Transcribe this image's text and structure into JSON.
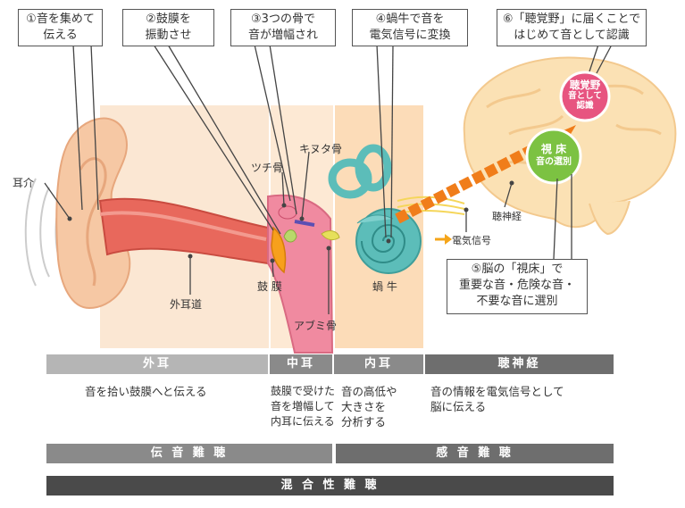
{
  "callouts": {
    "c1": [
      "①音を集めて",
      "伝える"
    ],
    "c2": [
      "②鼓膜を",
      "振動させ"
    ],
    "c3": [
      "③3つの骨で",
      "音が増幅され"
    ],
    "c4": [
      "④蝸牛で音を",
      "電気信号に変換"
    ],
    "c6": [
      "⑥「聴覚野」に届くことで",
      "はじめて音として認識"
    ],
    "c5": [
      "⑤脳の「視床」で",
      "重要な音・危険な音・",
      "不要な音に選別"
    ]
  },
  "labels": {
    "ear_pinna": "耳介",
    "malleus": "ツチ骨",
    "incus": "キヌタ骨",
    "ear_canal": "外耳道",
    "eardrum": "鼓 膜",
    "stapes": "アブミ骨",
    "cochlea": "蝸 牛",
    "auditory_nerve": "聴神経",
    "signal_legend": "電気信号",
    "cortex_bubble": [
      "聴覚野",
      "音として",
      "認識"
    ],
    "thalamus_bubble": [
      "視 床",
      "音の選別"
    ]
  },
  "sections": [
    {
      "title": "外耳",
      "desc": [
        "音を拾い鼓膜へと伝える"
      ]
    },
    {
      "title": "中耳",
      "desc": [
        "鼓膜で受けた",
        "音を増幅して",
        "内耳に伝える"
      ]
    },
    {
      "title": "内耳",
      "desc": [
        "音の高低や",
        "大きさを",
        "分析する"
      ]
    },
    {
      "title": "聴神経",
      "desc": [
        "音の情報を電気信号として",
        "脳に伝える"
      ]
    }
  ],
  "bottom_bars": {
    "conductive": "伝 音 難 聴",
    "sensorineural": "感 音 難 聴",
    "mixed": "混 合 性 難 聴"
  },
  "colors": {
    "outer": "#b5b5b5",
    "middle_inner": "#8a8a8a",
    "nerve": "#6e6e6e",
    "mixed": "#4a4a4a",
    "cochlea": "#5cbdb9",
    "signal": "#f07d1a",
    "thalamus": "#7cc242",
    "cortex": "#e75480"
  }
}
